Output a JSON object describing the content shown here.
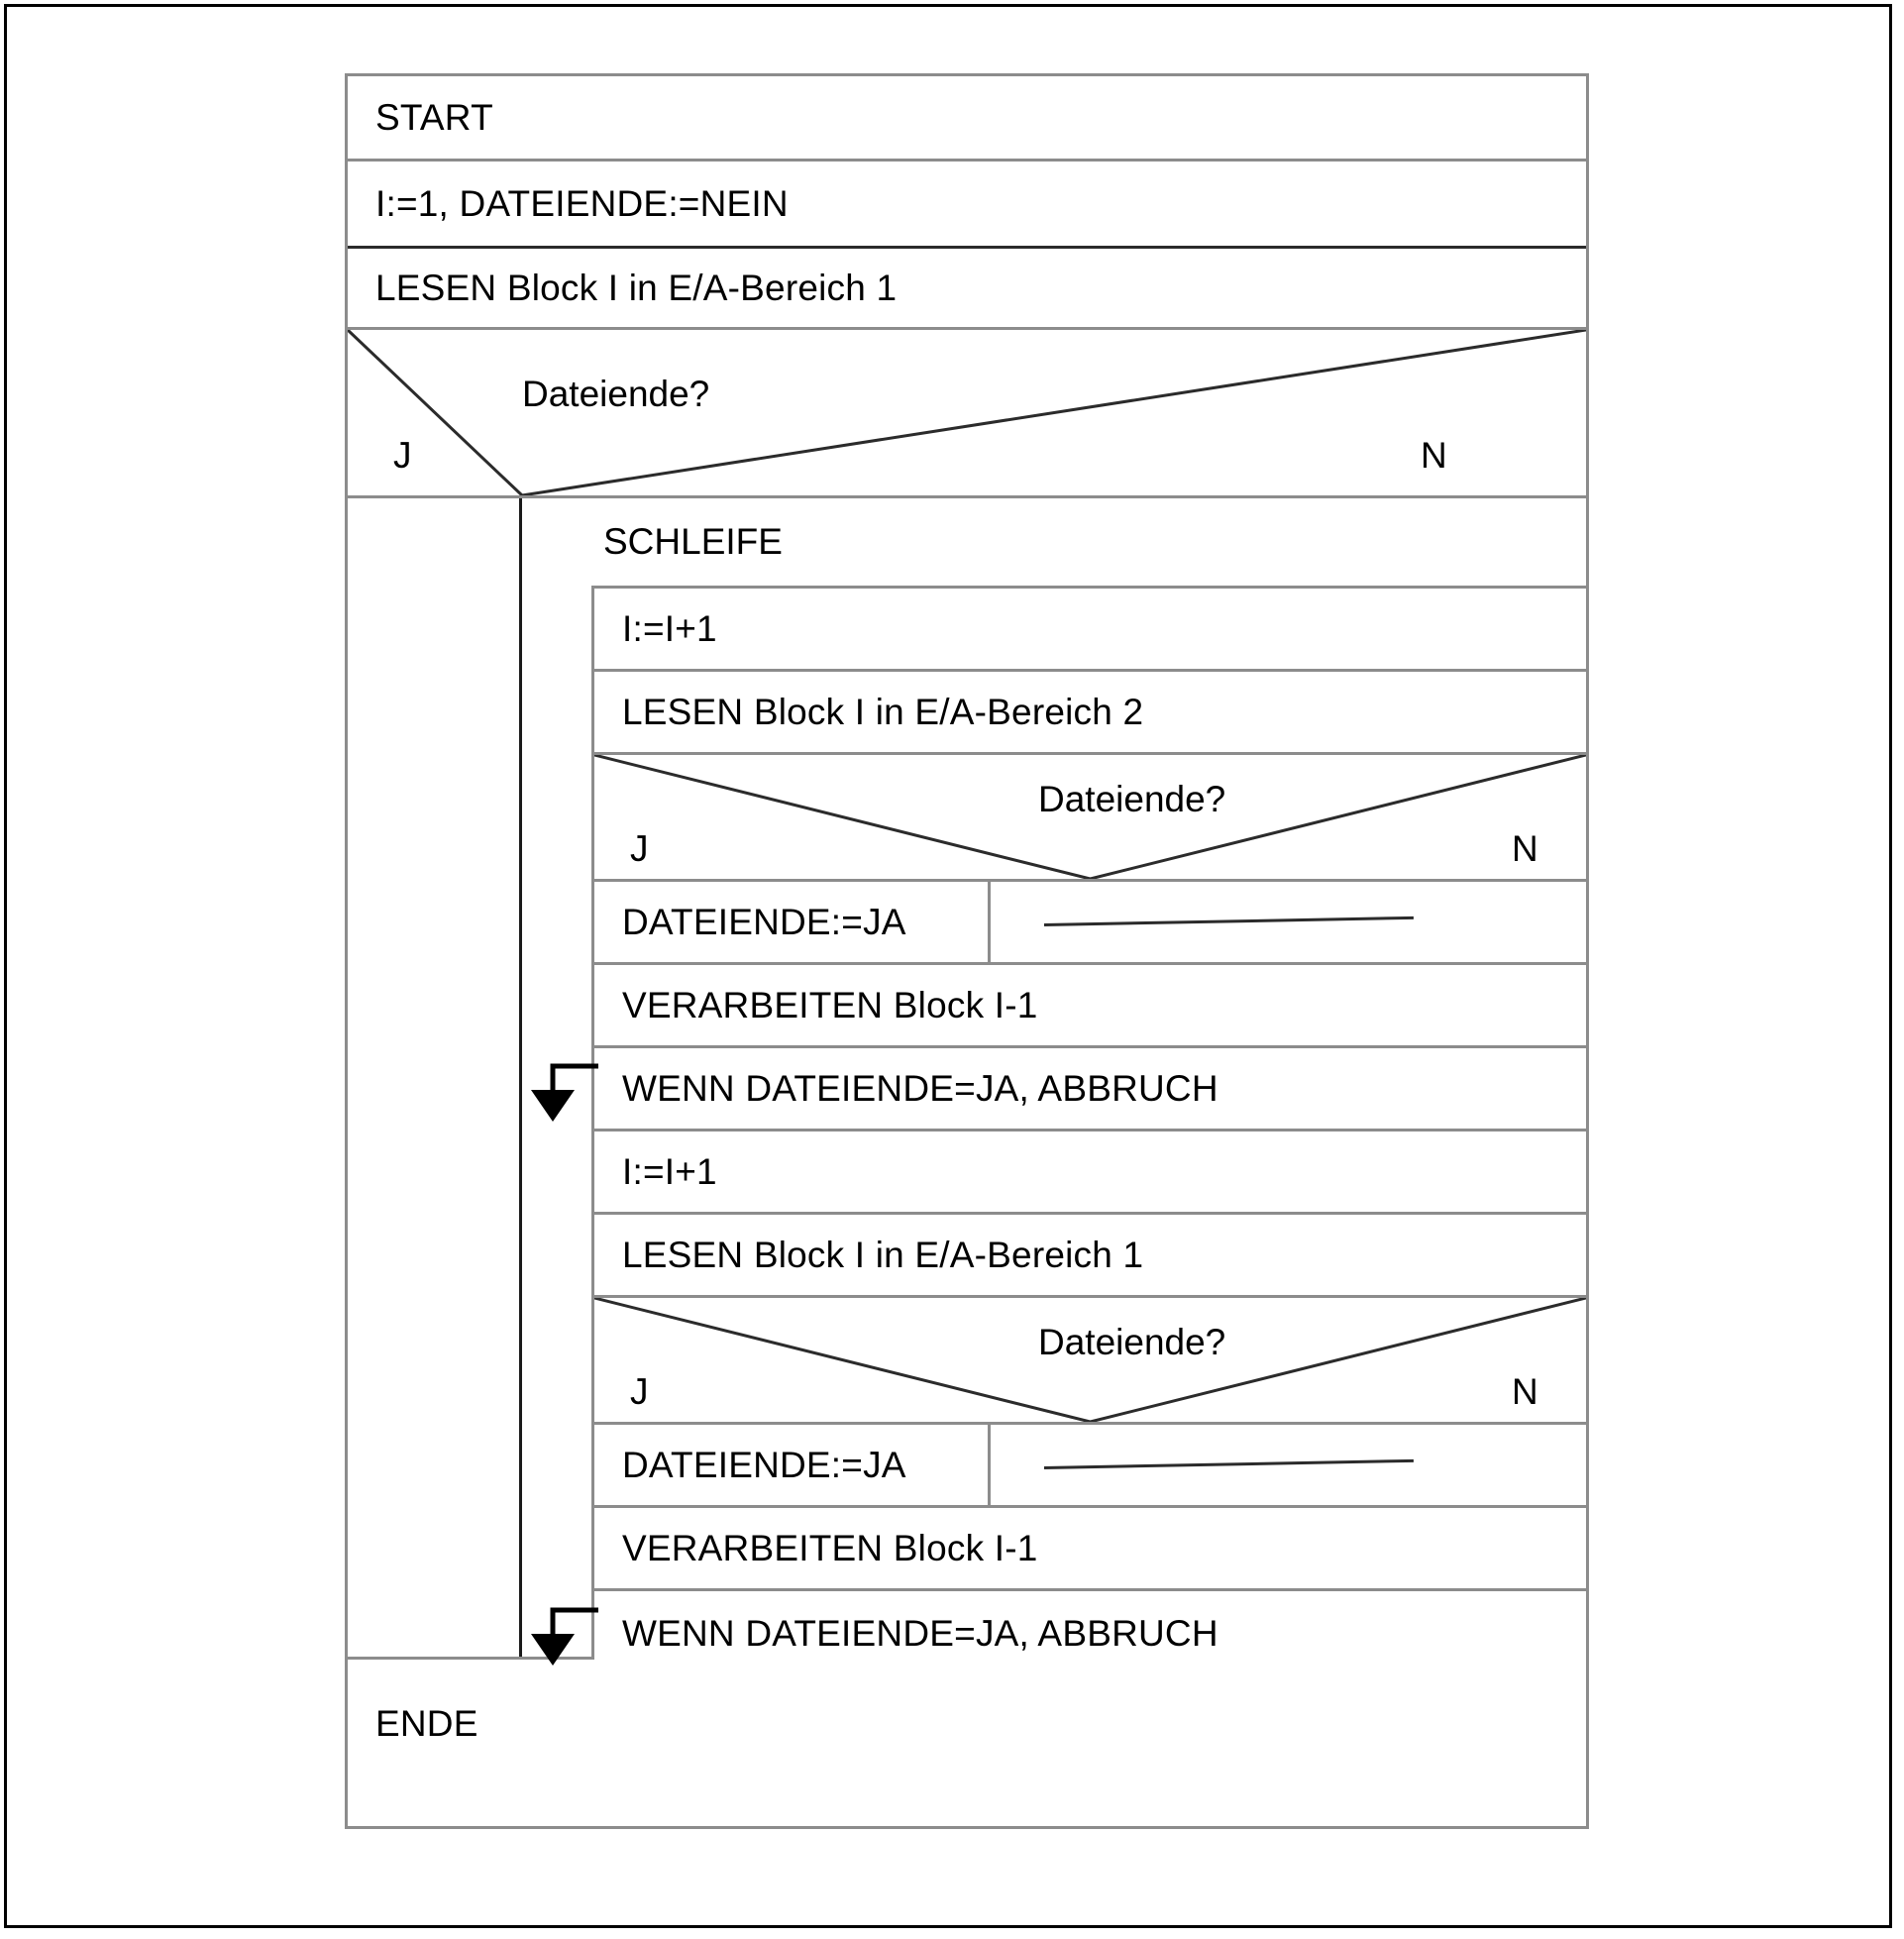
{
  "diagram": {
    "type": "nassi-shneiderman-struktogramm",
    "title": "",
    "language": "de",
    "colors": {
      "page_border": "#000000",
      "block_border": "#8c8c8c",
      "dark_line": "#1a1a1a",
      "text": "#000000",
      "background": "#ffffff"
    },
    "blocks": {
      "start": "START",
      "init": "I:=1, DATEIENDE:=NEIN",
      "read1": "LESEN Block I in E/A-Bereich 1",
      "end": "ENDE"
    },
    "outer_decision": {
      "condition": "Dateiende?",
      "yes_label": "J",
      "no_label": "N",
      "yes_branch_empty": true
    },
    "loop": {
      "label": "SCHLEIFE",
      "steps": [
        {
          "kind": "statement",
          "name": "increment-1",
          "text": "I:=I+1"
        },
        {
          "kind": "statement",
          "name": "read-area-2",
          "text": "LESEN Block I in E/A-Bereich 2"
        },
        {
          "kind": "decision",
          "name": "dateiende-check-1",
          "condition": "Dateiende?",
          "yes_label": "J",
          "no_label": "N",
          "yes_text": "DATEIENDE:=JA",
          "no_text": ""
        },
        {
          "kind": "statement",
          "name": "process-1",
          "text": "VERARBEITEN Block I-1"
        },
        {
          "kind": "break",
          "name": "abbruch-1",
          "text": "WENN DATEIENDE=JA, ABBRUCH"
        },
        {
          "kind": "statement",
          "name": "increment-2",
          "text": "I:=I+1"
        },
        {
          "kind": "statement",
          "name": "read-area-1",
          "text": "LESEN Block I in E/A-Bereich 1"
        },
        {
          "kind": "decision",
          "name": "dateiende-check-2",
          "condition": "Dateiende?",
          "yes_label": "J",
          "no_label": "N",
          "yes_text": "DATEIENDE:=JA",
          "no_text": ""
        },
        {
          "kind": "statement",
          "name": "process-2",
          "text": "VERARBEITEN Block I-1"
        },
        {
          "kind": "break",
          "name": "abbruch-2",
          "text": "WENN DATEIENDE=JA, ABBRUCH"
        }
      ]
    }
  }
}
